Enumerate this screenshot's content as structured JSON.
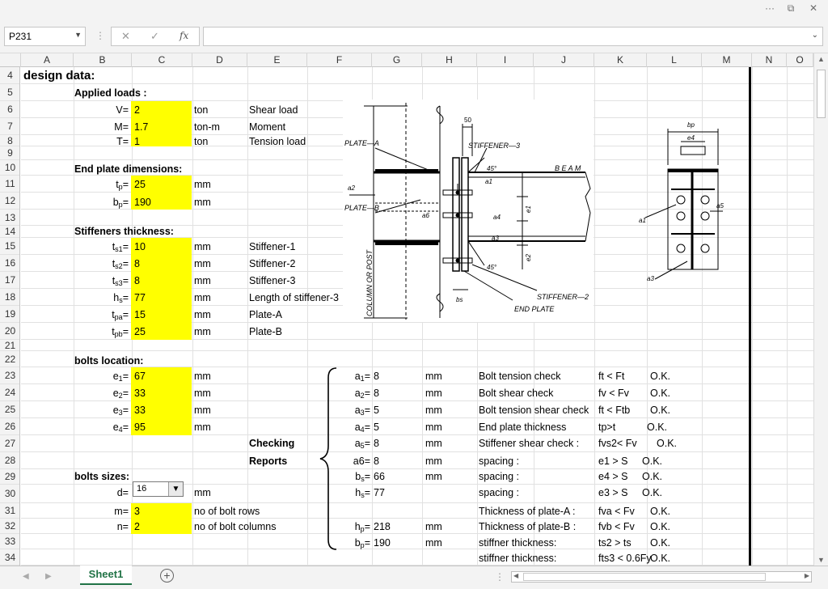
{
  "namebox": {
    "value": "P231"
  },
  "window_controls": {
    "more": "···",
    "restore": "⧉",
    "close": "✕"
  },
  "formula_icons": {
    "cancel": "✕",
    "enter": "✓",
    "fx": "fx",
    "dots": "⋮"
  },
  "columns": [
    "A",
    "B",
    "C",
    "D",
    "E",
    "F",
    "G",
    "H",
    "I",
    "J",
    "K",
    "L",
    "M",
    "N",
    "O"
  ],
  "rows": [
    "4",
    "5",
    "6",
    "7",
    "8",
    "9",
    "10",
    "11",
    "12",
    "13",
    "14",
    "15",
    "16",
    "17",
    "18",
    "19",
    "20",
    "21",
    "22",
    "23",
    "24",
    "25",
    "26",
    "27",
    "28",
    "29",
    "30",
    "31",
    "32",
    "33",
    "34"
  ],
  "sheet": {
    "title": "design data:",
    "applied_loads": "Applied loads :",
    "V": {
      "label": "V=",
      "value": "2",
      "unit": "ton",
      "desc": "Shear load"
    },
    "M": {
      "label": "M=",
      "value": "1.7",
      "unit": "ton-m",
      "desc": "Moment"
    },
    "T": {
      "label": "T=",
      "value": "1",
      "unit": "ton",
      "desc": "Tension load"
    },
    "end_plate_dims": "End plate dimensions:",
    "tp": {
      "label": "t",
      "sub": "p",
      "eq": "=",
      "value": "25",
      "unit": "mm"
    },
    "bp": {
      "label": "b",
      "sub": "p",
      "eq": "=",
      "value": "190",
      "unit": "mm"
    },
    "stiffeners_thickness": "Stiffeners thickness:",
    "ts1": {
      "label": "t",
      "sub": "s1",
      "eq": "=",
      "value": "10",
      "unit": "mm",
      "desc": "Stiffener-1"
    },
    "ts2": {
      "label": "t",
      "sub": "s2",
      "eq": "=",
      "value": "8",
      "unit": "mm",
      "desc": "Stiffener-2"
    },
    "ts3": {
      "label": "t",
      "sub": "s3",
      "eq": "=",
      "value": "8",
      "unit": "mm",
      "desc": "Stiffener-3"
    },
    "hs": {
      "label": "h",
      "sub": "s",
      "eq": "=",
      "value": "77",
      "unit": "mm",
      "desc": "Length of stiffener-3"
    },
    "tpa": {
      "label": "t",
      "sub": "pa",
      "eq": "=",
      "value": "15",
      "unit": "mm",
      "desc": "Plate-A"
    },
    "tpb": {
      "label": "t",
      "sub": "pb",
      "eq": "=",
      "value": "25",
      "unit": "mm",
      "desc": "Plate-B"
    },
    "bolts_location": "bolts location:",
    "e1": {
      "label": "e",
      "sub": "1",
      "eq": "=",
      "value": "67",
      "unit": "mm"
    },
    "e2": {
      "label": "e",
      "sub": "2",
      "eq": "=",
      "value": "33",
      "unit": "mm"
    },
    "e3": {
      "label": "e",
      "sub": "3",
      "eq": "=",
      "value": "33",
      "unit": "mm"
    },
    "e4": {
      "label": "e",
      "sub": "4",
      "eq": "=",
      "value": "95",
      "unit": "mm"
    },
    "checking": "Checking",
    "reports": "Reports",
    "bolts_sizes": "bolts sizes:",
    "d": {
      "label": "d=",
      "value": "16",
      "unit": "mm"
    },
    "m": {
      "label": "m=",
      "value": "3",
      "desc": "no of bolt rows"
    },
    "n": {
      "label": "n=",
      "value": "2",
      "desc": "no of bolt columns"
    }
  },
  "results": [
    {
      "lbl": "a",
      "sub": "1",
      "eq": "=",
      "val": "8",
      "unit": "mm",
      "check": "Bolt tension check",
      "cond": "ft <  Ft",
      "status": "O.K."
    },
    {
      "lbl": "a",
      "sub": "2",
      "eq": "=",
      "val": "8",
      "unit": "mm",
      "check": "Bolt shear check",
      "cond": "fv <  Fv",
      "status": "O.K."
    },
    {
      "lbl": "a",
      "sub": "3",
      "eq": "=",
      "val": "5",
      "unit": "mm",
      "check": "Bolt tension shear check",
      "cond": "ft <  Ftb",
      "status": "O.K."
    },
    {
      "lbl": "a",
      "sub": "4",
      "eq": "=",
      "val": "5",
      "unit": "mm",
      "check": "End plate thickness",
      "cond": "tp>t",
      "status": "O.K."
    },
    {
      "lbl": "a",
      "sub": "5",
      "eq": "=",
      "val": "8",
      "unit": "mm",
      "check": "Stiffener shear check :",
      "cond": "fvs2< Fv",
      "status": "O.K."
    },
    {
      "lbl": "a6",
      "sub": "",
      "eq": "=",
      "val": "8",
      "unit": "mm",
      "check": "spacing :",
      "cond": "e1 > S",
      "status": "O.K."
    },
    {
      "lbl": "b",
      "sub": "s",
      "eq": "=",
      "val": "66",
      "unit": "mm",
      "check": "spacing :",
      "cond": "e4 > S",
      "status": "O.K."
    },
    {
      "lbl": "h",
      "sub": "s",
      "eq": "=",
      "val": "77",
      "unit": "",
      "check": "spacing :",
      "cond": "e3 > S",
      "status": "O.K."
    },
    {
      "lbl": "",
      "sub": "",
      "eq": "",
      "val": "",
      "unit": "",
      "check": "Thickness of plate-A :",
      "cond": "fva < Fv",
      "status": "O.K."
    },
    {
      "lbl": "h",
      "sub": "p",
      "eq": "=",
      "val": "218",
      "unit": "mm",
      "check": "Thickness of plate-B :",
      "cond": "fvb < Fv",
      "status": "O.K."
    },
    {
      "lbl": "b",
      "sub": "p",
      "eq": "=",
      "val": "190",
      "unit": "mm",
      "check": "stiffner thickness:",
      "cond": "ts2 > ts",
      "status": "O.K."
    },
    {
      "lbl": "",
      "sub": "",
      "eq": "",
      "val": "",
      "unit": "",
      "check": "stiffner thickness:",
      "cond": "fts3 < 0.6Fy",
      "status": "O.K."
    }
  ],
  "drawing": {
    "plate_a": "PLATE—A",
    "plate_b": "PLATE—B",
    "stiffener3": "STIFFENER—3",
    "stiffener2": "STIFFENER—2",
    "end_plate": "END PLATE",
    "beam": "B E A M",
    "column": "COLUMN OR POST",
    "dim50": "50",
    "angle45a": "45°",
    "angle45b": "45°",
    "a1": "a1",
    "a2": "a2",
    "a3": "a3",
    "a4": "a4",
    "a6": "a6",
    "bs": "bs",
    "e1": "e1",
    "e2": "e2",
    "bp": "bp",
    "e4": "e4",
    "a5": "a5"
  },
  "tabs": {
    "sheet1": "Sheet1",
    "add": "+"
  }
}
